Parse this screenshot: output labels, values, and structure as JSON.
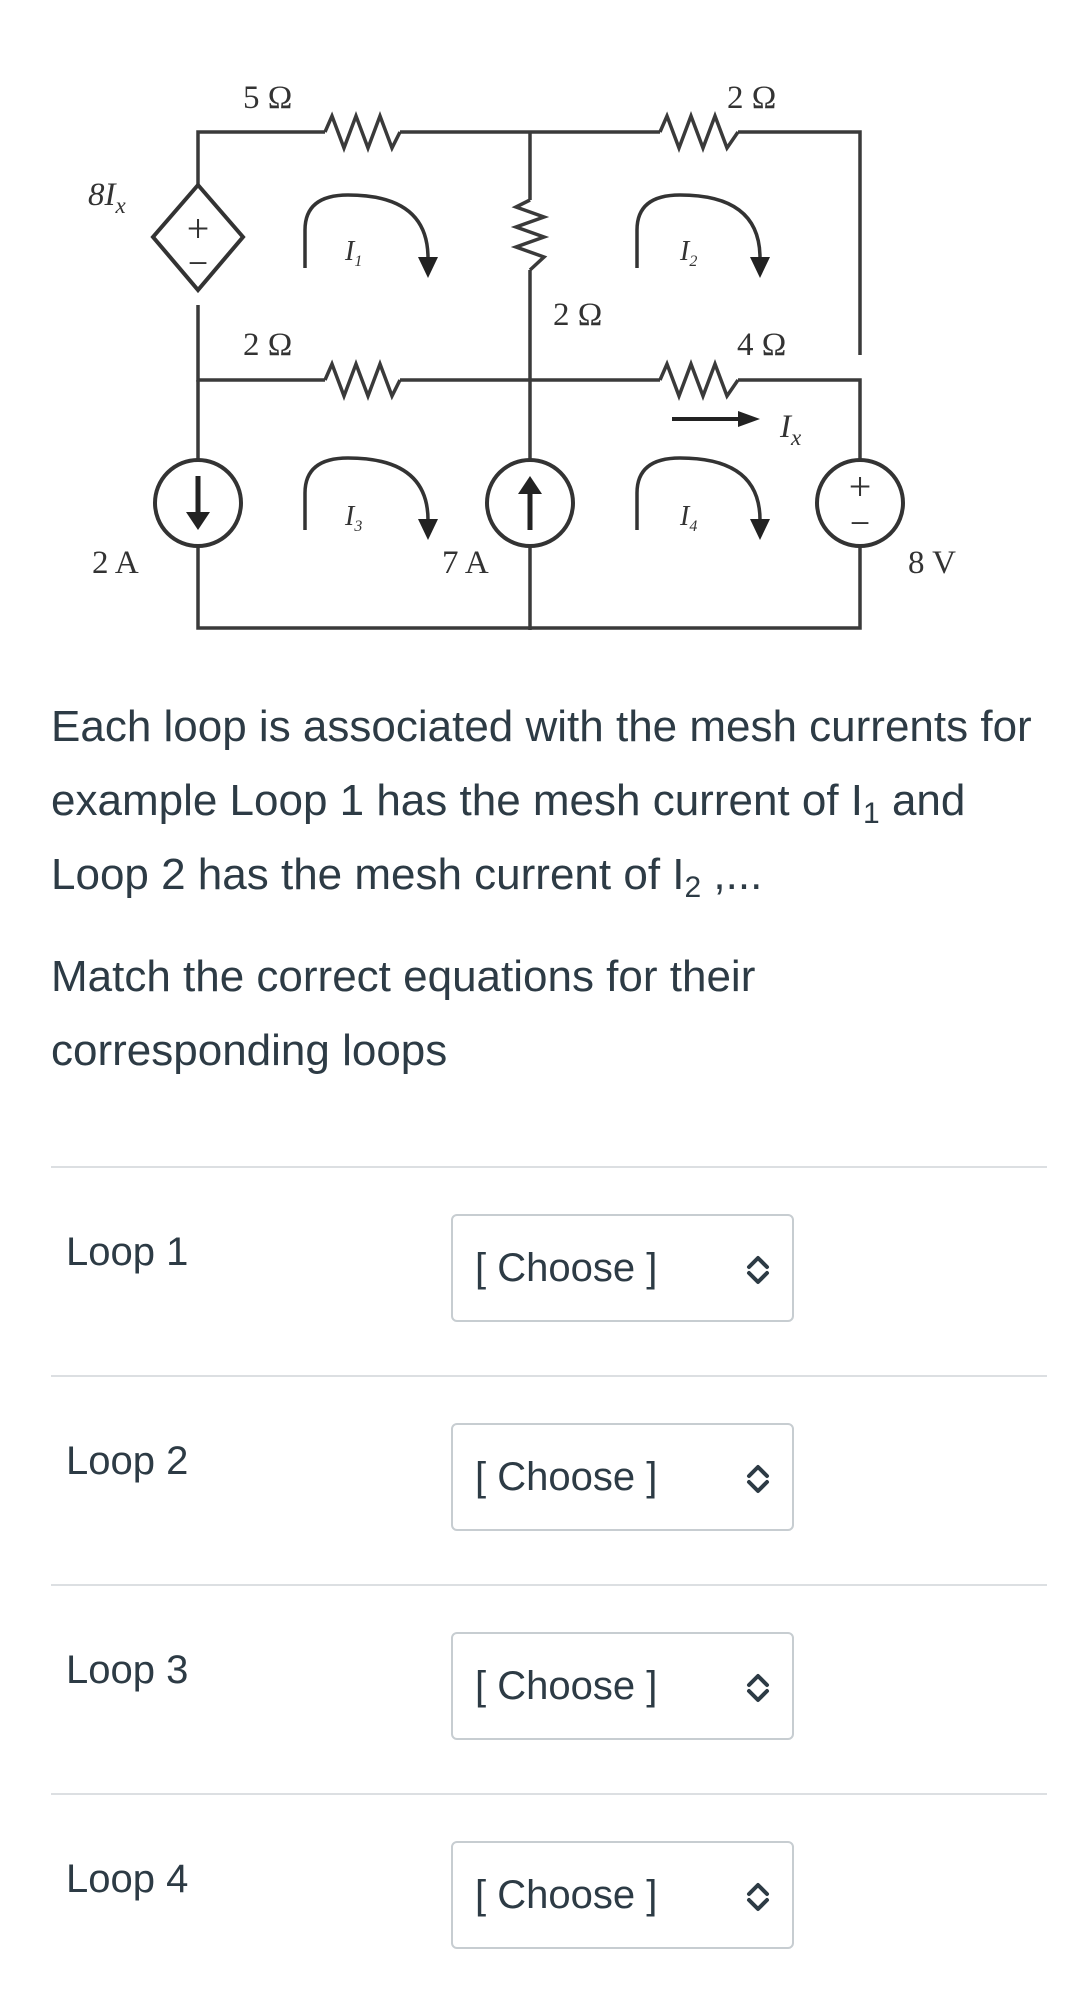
{
  "circuit": {
    "labels": {
      "r_top_left": "5 Ω",
      "r_top_right": "2 Ω",
      "r_mid_vertical": "2 Ω",
      "r_mid_left": "2 Ω",
      "r_mid_right": "4 Ω",
      "dep_source": "8I",
      "dep_source_sub": "x",
      "cs_left": "2 A",
      "cs_mid": "7 A",
      "vs_right": "8 V",
      "ix": "I",
      "ix_sub": "x",
      "mesh1": "I",
      "mesh1_sub": "1",
      "mesh2": "I",
      "mesh2_sub": "2",
      "mesh3": "I",
      "mesh3_sub": "3",
      "mesh4": "I",
      "mesh4_sub": "4",
      "plus": "+",
      "minus": "−"
    }
  },
  "description": {
    "line_a": "Each loop is associated with the mesh currents for example Loop 1 has the mesh current of I",
    "sub_a": "1",
    "line_b": " and Loop 2 has the mesh current of I",
    "sub_b": "2",
    "line_c": " ,...",
    "instruction": "Match the correct equations for their corresponding loops"
  },
  "matches": [
    {
      "label": "Loop 1",
      "selected": "[ Choose ]"
    },
    {
      "label": "Loop 2",
      "selected": "[ Choose ]"
    },
    {
      "label": "Loop 3",
      "selected": "[ Choose ]"
    },
    {
      "label": "Loop 4",
      "selected": "[ Choose ]"
    }
  ]
}
